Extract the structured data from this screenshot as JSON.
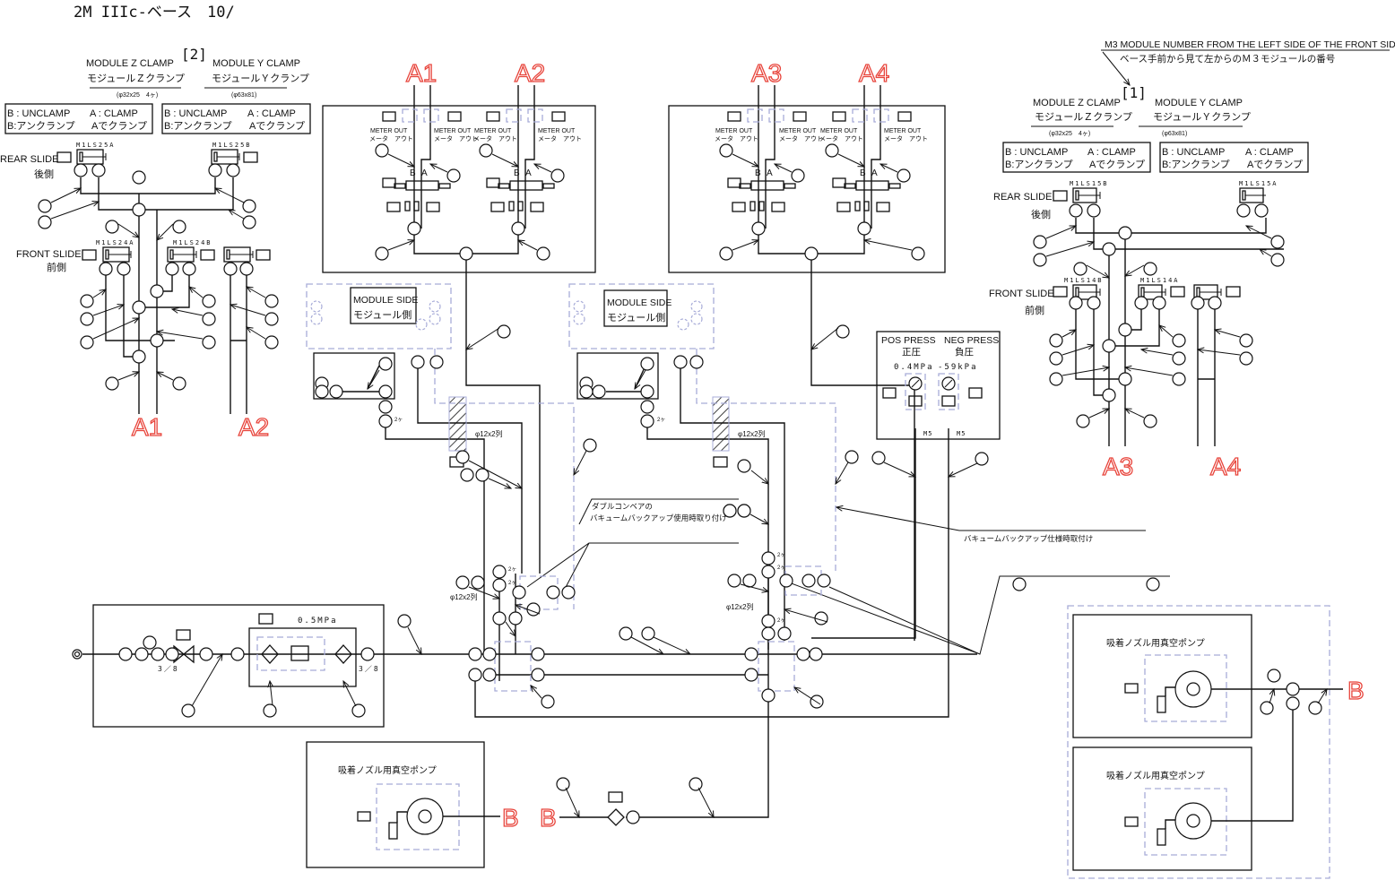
{
  "title": "2M IIIc-ベース　10/",
  "colors": {
    "accent": "#e8453c",
    "line": "#111111",
    "guide": "#a8acd8"
  },
  "clamp_groups": [
    {
      "index_label": "[2]",
      "z_clamp": {
        "en": "MODULE  Z  CLAMP",
        "jp": "モジュールＺクランプ",
        "spec": "(φ32x25　4ヶ)"
      },
      "y_clamp": {
        "en": "MODULE  Y  CLAMP",
        "jp": "モジュールＹクランプ",
        "spec": "(φ63x81)"
      },
      "legend_left": {
        "b_en": "B : UNCLAMP",
        "a_en": "A : CLAMP",
        "b_jp": "B:アンクランプ",
        "a_jp": "Aでクランプ"
      },
      "legend_right": {
        "b_en": "B : UNCLAMP",
        "a_en": "A : CLAMP",
        "b_jp": "B:アンクランプ",
        "a_jp": "Aでクランプ"
      },
      "rear_slide": {
        "en": "REAR SLIDE",
        "jp": "後側"
      },
      "front_slide": {
        "en": "FRONT SLIDE",
        "jp": "前側"
      },
      "cylinders": [
        "M1LS25A",
        "M1LS25B",
        "M1LS24A",
        "M1LS24B"
      ],
      "outputs": [
        "A1",
        "A2"
      ]
    },
    {
      "index_label": "[1]",
      "z_clamp": {
        "en": "MODULE  Z  CLAMP",
        "jp": "モジュールＺクランプ",
        "spec": "(φ32x25　4ヶ)"
      },
      "y_clamp": {
        "en": "MODULE  Y  CLAMP",
        "jp": "モジュールＹクランプ",
        "spec": "(φ63x81)"
      },
      "legend_left": {
        "b_en": "B : UNCLAMP",
        "a_en": "A : CLAMP",
        "b_jp": "B:アンクランプ",
        "a_jp": "Aでクランプ"
      },
      "legend_right": {
        "b_en": "B : UNCLAMP",
        "a_en": "A : CLAMP",
        "b_jp": "B:アンクランプ",
        "a_jp": "Aでクランプ"
      },
      "rear_slide": {
        "en": "REAR SLIDE",
        "jp": "後側"
      },
      "front_slide": {
        "en": "FRONT SLIDE",
        "jp": "前側"
      },
      "cylinders": [
        "M1LS15B",
        "M1LS15A",
        "M1LS14B",
        "M1LS14A"
      ],
      "outputs": [
        "A3",
        "A4"
      ]
    }
  ],
  "m3_note": {
    "en": "M3 MODULE NUMBER  FROM THE LEFT SIDE OF  THE FRONT SIDE",
    "jp": "ベース手前から見て左からのＭ３モジュールの番号"
  },
  "valve_banks": [
    {
      "ports": [
        "A1",
        "A2"
      ],
      "meter_out_en": "METER OUT",
      "meter_out_jp": "メータ　アウト",
      "b": "B",
      "a": "A"
    },
    {
      "ports": [
        "A3",
        "A4"
      ],
      "meter_out_en": "METER OUT",
      "meter_out_jp": "メータ　アウト",
      "b": "B",
      "a": "A"
    }
  ],
  "module_side": [
    {
      "en": "MODULE  SIDE",
      "jp": "モジュール側"
    },
    {
      "en": "MODULE  SIDE",
      "jp": "モジュール側"
    }
  ],
  "pipe_spec": "φ12x2列",
  "qty_2": "2ヶ",
  "pressure_panel": {
    "pos": {
      "en": "POS PRESS",
      "jp": "正圧",
      "value": "0.4MPa",
      "port": "M5"
    },
    "neg": {
      "en": "NEG PRESS",
      "jp": "負圧",
      "value": "-59kPa",
      "port": "M5"
    }
  },
  "notes": {
    "double_conveyor": [
      "ダブルコンベアの",
      "バキュームバックアップ使用時取り付け"
    ],
    "vacuum_backup": "バキュームバックアップ仕様時取付け"
  },
  "air_supply": {
    "regulator": "0.5MPa",
    "inlet_size": "3／8",
    "outlet_size": "3／8"
  },
  "vacuum_pumps": [
    {
      "label": "吸着ノズル用真空ポンプ",
      "port": "B"
    },
    {
      "label": "吸着ノズル用真空ポンプ",
      "port": "B"
    },
    {
      "label": "吸着ノズル用真空ポンプ",
      "port": "B"
    }
  ],
  "connector_b": "B"
}
